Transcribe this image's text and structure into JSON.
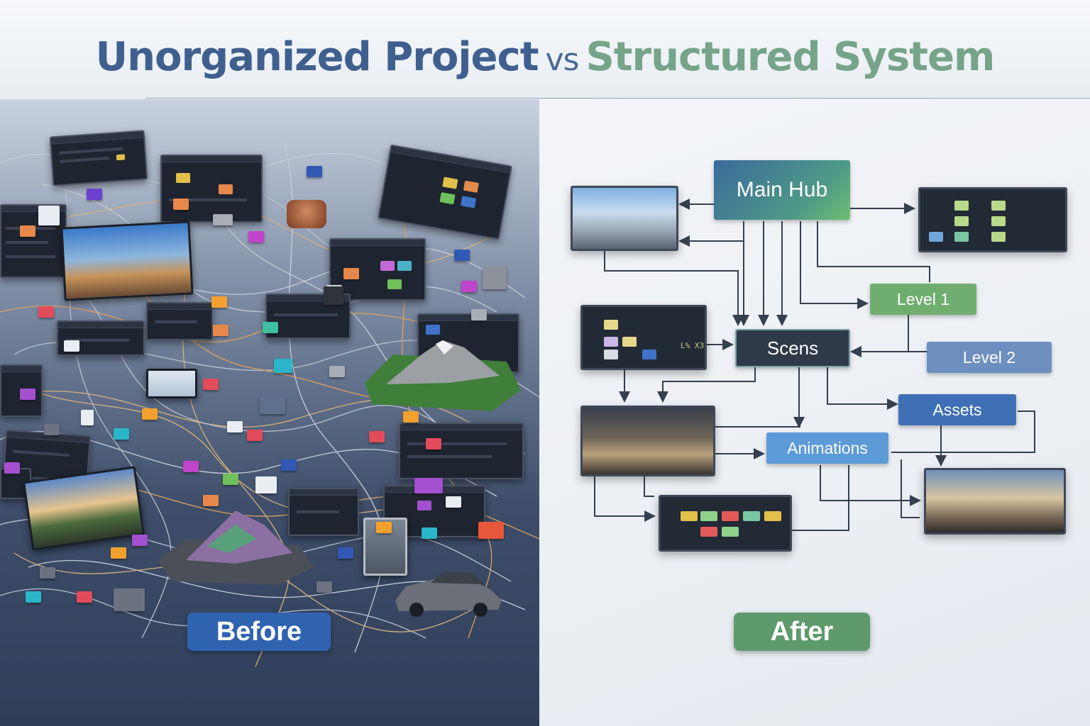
{
  "title": {
    "part1": "Unorganized Project",
    "vs": "vs",
    "part2": "Structured System",
    "colors": {
      "part1": "#3f5f8f",
      "part2": "#76a489"
    }
  },
  "before_label": "Before",
  "after_label": "After",
  "colors": {
    "before_badge": "#2f63b0",
    "after_badge": "#5f9a6c",
    "main_hub": "#3f7ea4",
    "scenes_node": "#2f3a48",
    "level_1": "#6fae6f",
    "level_2": "#6d8fbf",
    "assets": "#3f6fb5",
    "animations": "#5d9ad8"
  },
  "diagram": {
    "main_hub": "Main Hub",
    "scenes": "Scens",
    "level_1": "Level 1",
    "level_2": "Level 2",
    "assets": "Assets",
    "animations": "Animations",
    "level_meter": "L% X3"
  }
}
